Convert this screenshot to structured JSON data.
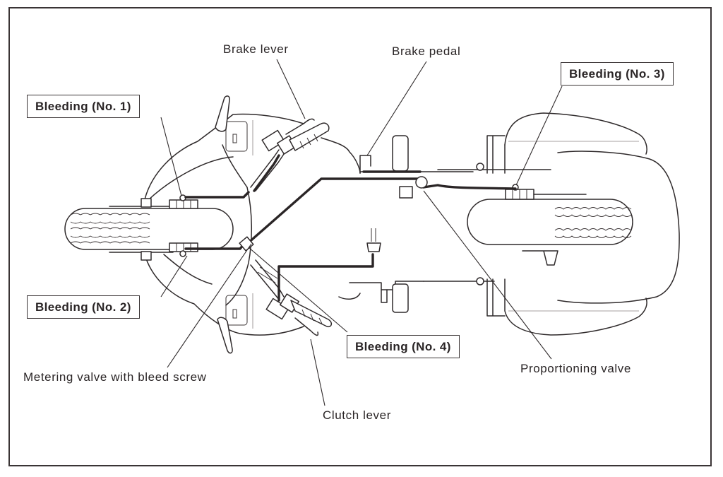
{
  "diagram": {
    "subject": "Motorcycle hydraulic brake system, top view",
    "bleeding_labels": [
      {
        "id": "no1",
        "text": "Bleeding (No. 1)"
      },
      {
        "id": "no2",
        "text": "Bleeding (No. 2)"
      },
      {
        "id": "no3",
        "text": "Bleeding (No. 3)"
      },
      {
        "id": "no4",
        "text": "Bleeding (No. 4)"
      }
    ],
    "callouts": {
      "brake_lever": "Brake lever",
      "brake_pedal": "Brake pedal",
      "metering_valve": "Metering valve with bleed screw",
      "clutch_lever": "Clutch lever",
      "proportioning_valve": "Proportioning valve"
    },
    "colors": {
      "line": "#2f2a2b",
      "hose": "#2a2526",
      "background": "#ffffff",
      "frame": "#3a3435"
    }
  }
}
